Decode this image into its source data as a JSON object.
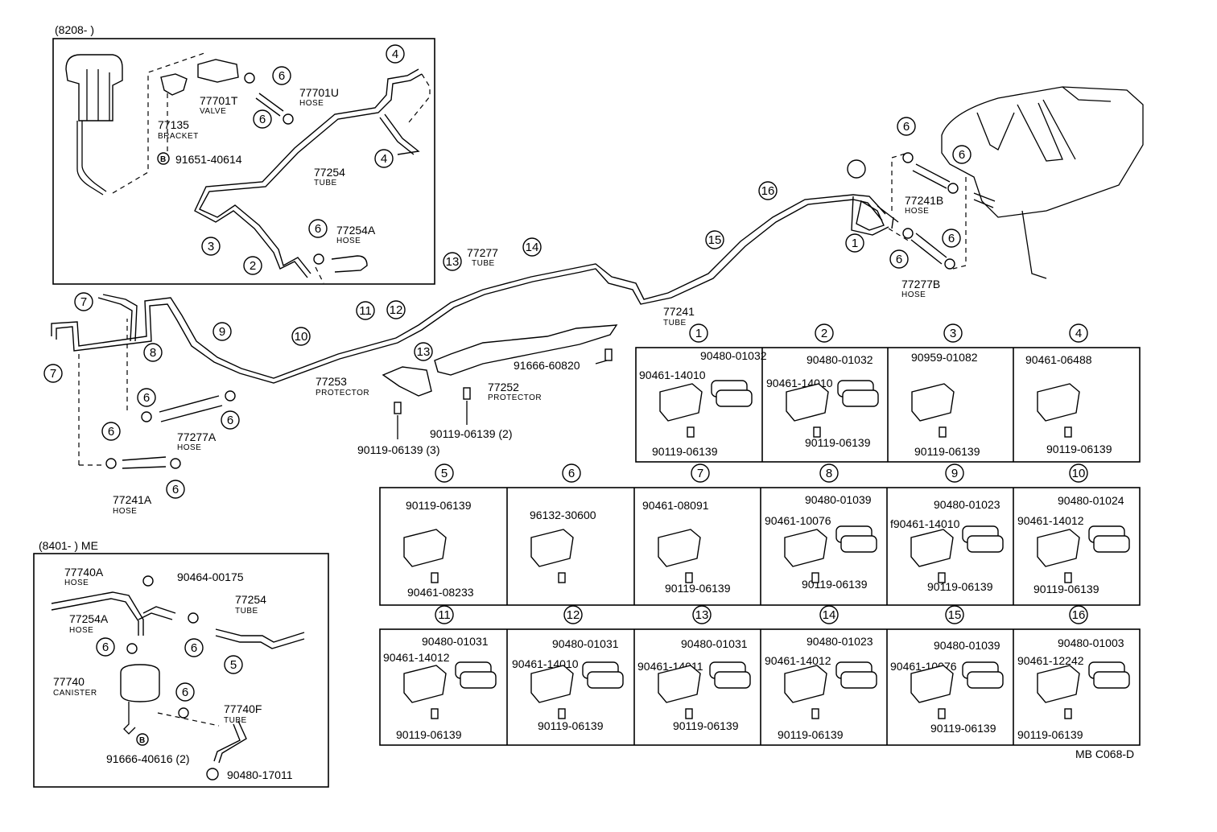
{
  "inset_top": {
    "label": "(8208-         )"
  },
  "inset_bottom": {
    "label": "(8401-         ) ME"
  },
  "inset_top_parts": [
    {
      "num": "77701T",
      "desc": "VALVE"
    },
    {
      "num": "77701U",
      "desc": "HOSE"
    },
    {
      "num": "77135",
      "desc": "BRACKET"
    },
    {
      "num": "91651-40614",
      "desc": ""
    },
    {
      "num": "77254",
      "desc": "TUBE"
    },
    {
      "num": "77254A",
      "desc": "HOSE"
    }
  ],
  "main_parts": [
    {
      "num": "77277",
      "desc": "TUBE"
    },
    {
      "num": "77241",
      "desc": "TUBE"
    },
    {
      "num": "77241B",
      "desc": "HOSE"
    },
    {
      "num": "77277B",
      "desc": "HOSE"
    },
    {
      "num": "77253",
      "desc": "PROTECTOR"
    },
    {
      "num": "77252",
      "desc": "PROTECTOR"
    },
    {
      "num": "91666-60820",
      "desc": ""
    },
    {
      "num": "90119-06139 (2)",
      "desc": ""
    },
    {
      "num": "90119-06139 (3)",
      "desc": ""
    },
    {
      "num": "77277A",
      "desc": "HOSE"
    },
    {
      "num": "77241A",
      "desc": "HOSE"
    }
  ],
  "inset_bottom_parts": [
    {
      "num": "77740A",
      "desc": "HOSE"
    },
    {
      "num": "90464-00175",
      "desc": ""
    },
    {
      "num": "77254A",
      "desc": "HOSE"
    },
    {
      "num": "77254",
      "desc": "TUBE"
    },
    {
      "num": "77740",
      "desc": "CANISTER"
    },
    {
      "num": "77740F",
      "desc": "TUBE"
    },
    {
      "num": "91666-40616 (2)",
      "desc": ""
    },
    {
      "num": "90480-17011",
      "desc": ""
    }
  ],
  "callouts": [
    "1",
    "2",
    "3",
    "4",
    "5",
    "6",
    "7",
    "8",
    "9",
    "10",
    "11",
    "12",
    "13",
    "14",
    "15",
    "16"
  ],
  "clamp_table": [
    {
      "id": "1",
      "parts": [
        "90480-01032",
        "90461-14010",
        "90119-06139"
      ]
    },
    {
      "id": "2",
      "parts": [
        "90480-01032",
        "90461-14010",
        "90119-06139"
      ]
    },
    {
      "id": "3",
      "parts": [
        "90959-01082",
        "90119-06139"
      ]
    },
    {
      "id": "4",
      "parts": [
        "90461-06488",
        "90119-06139"
      ]
    },
    {
      "id": "5",
      "parts": [
        "90119-06139",
        "90461-08233"
      ]
    },
    {
      "id": "6",
      "parts": [
        "96132-30600"
      ]
    },
    {
      "id": "7",
      "parts": [
        "90461-08091",
        "90119-06139"
      ]
    },
    {
      "id": "8",
      "parts": [
        "90480-01039",
        "90461-10076",
        "90119-06139"
      ]
    },
    {
      "id": "9",
      "parts": [
        "90480-01023",
        "f90461-14010",
        "90119-06139"
      ]
    },
    {
      "id": "10",
      "parts": [
        "90480-01024",
        "90461-14012",
        "90119-06139"
      ]
    },
    {
      "id": "11",
      "parts": [
        "90480-01031",
        "90461-14012",
        "90119-06139"
      ]
    },
    {
      "id": "12",
      "parts": [
        "90480-01031",
        "90461-14010",
        "90119-06139"
      ]
    },
    {
      "id": "13",
      "parts": [
        "90480-01031",
        "90461-14011",
        "90119-06139"
      ]
    },
    {
      "id": "14",
      "parts": [
        "90480-01023",
        "90461-14012",
        "90119-06139"
      ]
    },
    {
      "id": "15",
      "parts": [
        "90480-01039",
        "90461-10076",
        "90119-06139"
      ]
    },
    {
      "id": "16",
      "parts": [
        "90480-01003",
        "90461-12242",
        "90119-06139"
      ]
    }
  ],
  "footer": {
    "code": "MB C068-D"
  },
  "icons": {
    "bolt": "b-circle-icon"
  }
}
